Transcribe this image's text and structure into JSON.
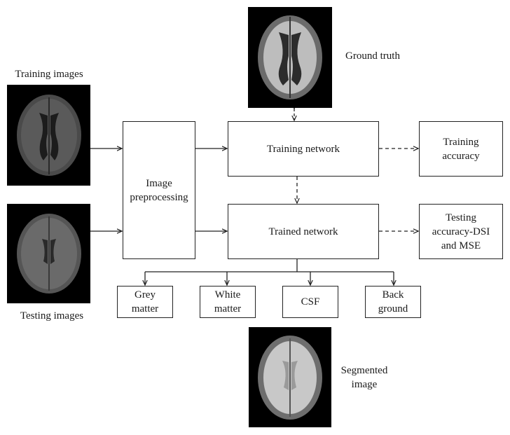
{
  "labels": {
    "training_images": "Training images",
    "testing_images": "Testing images",
    "ground_truth": "Ground truth",
    "segmented_image": "Segmented\nimage"
  },
  "boxes": {
    "image_preprocessing": "Image\npreprocessing",
    "training_network": "Training network",
    "trained_network": "Trained network",
    "training_accuracy": "Training\naccuracy",
    "testing_accuracy": "Testing\naccuracy-DSI\nand MSE",
    "grey_matter": "Grey\nmatter",
    "white_matter": "White\nmatter",
    "csf": "CSF",
    "background": "Back\nground"
  },
  "colors": {
    "line": "#222222",
    "image_bg": "#000000"
  }
}
